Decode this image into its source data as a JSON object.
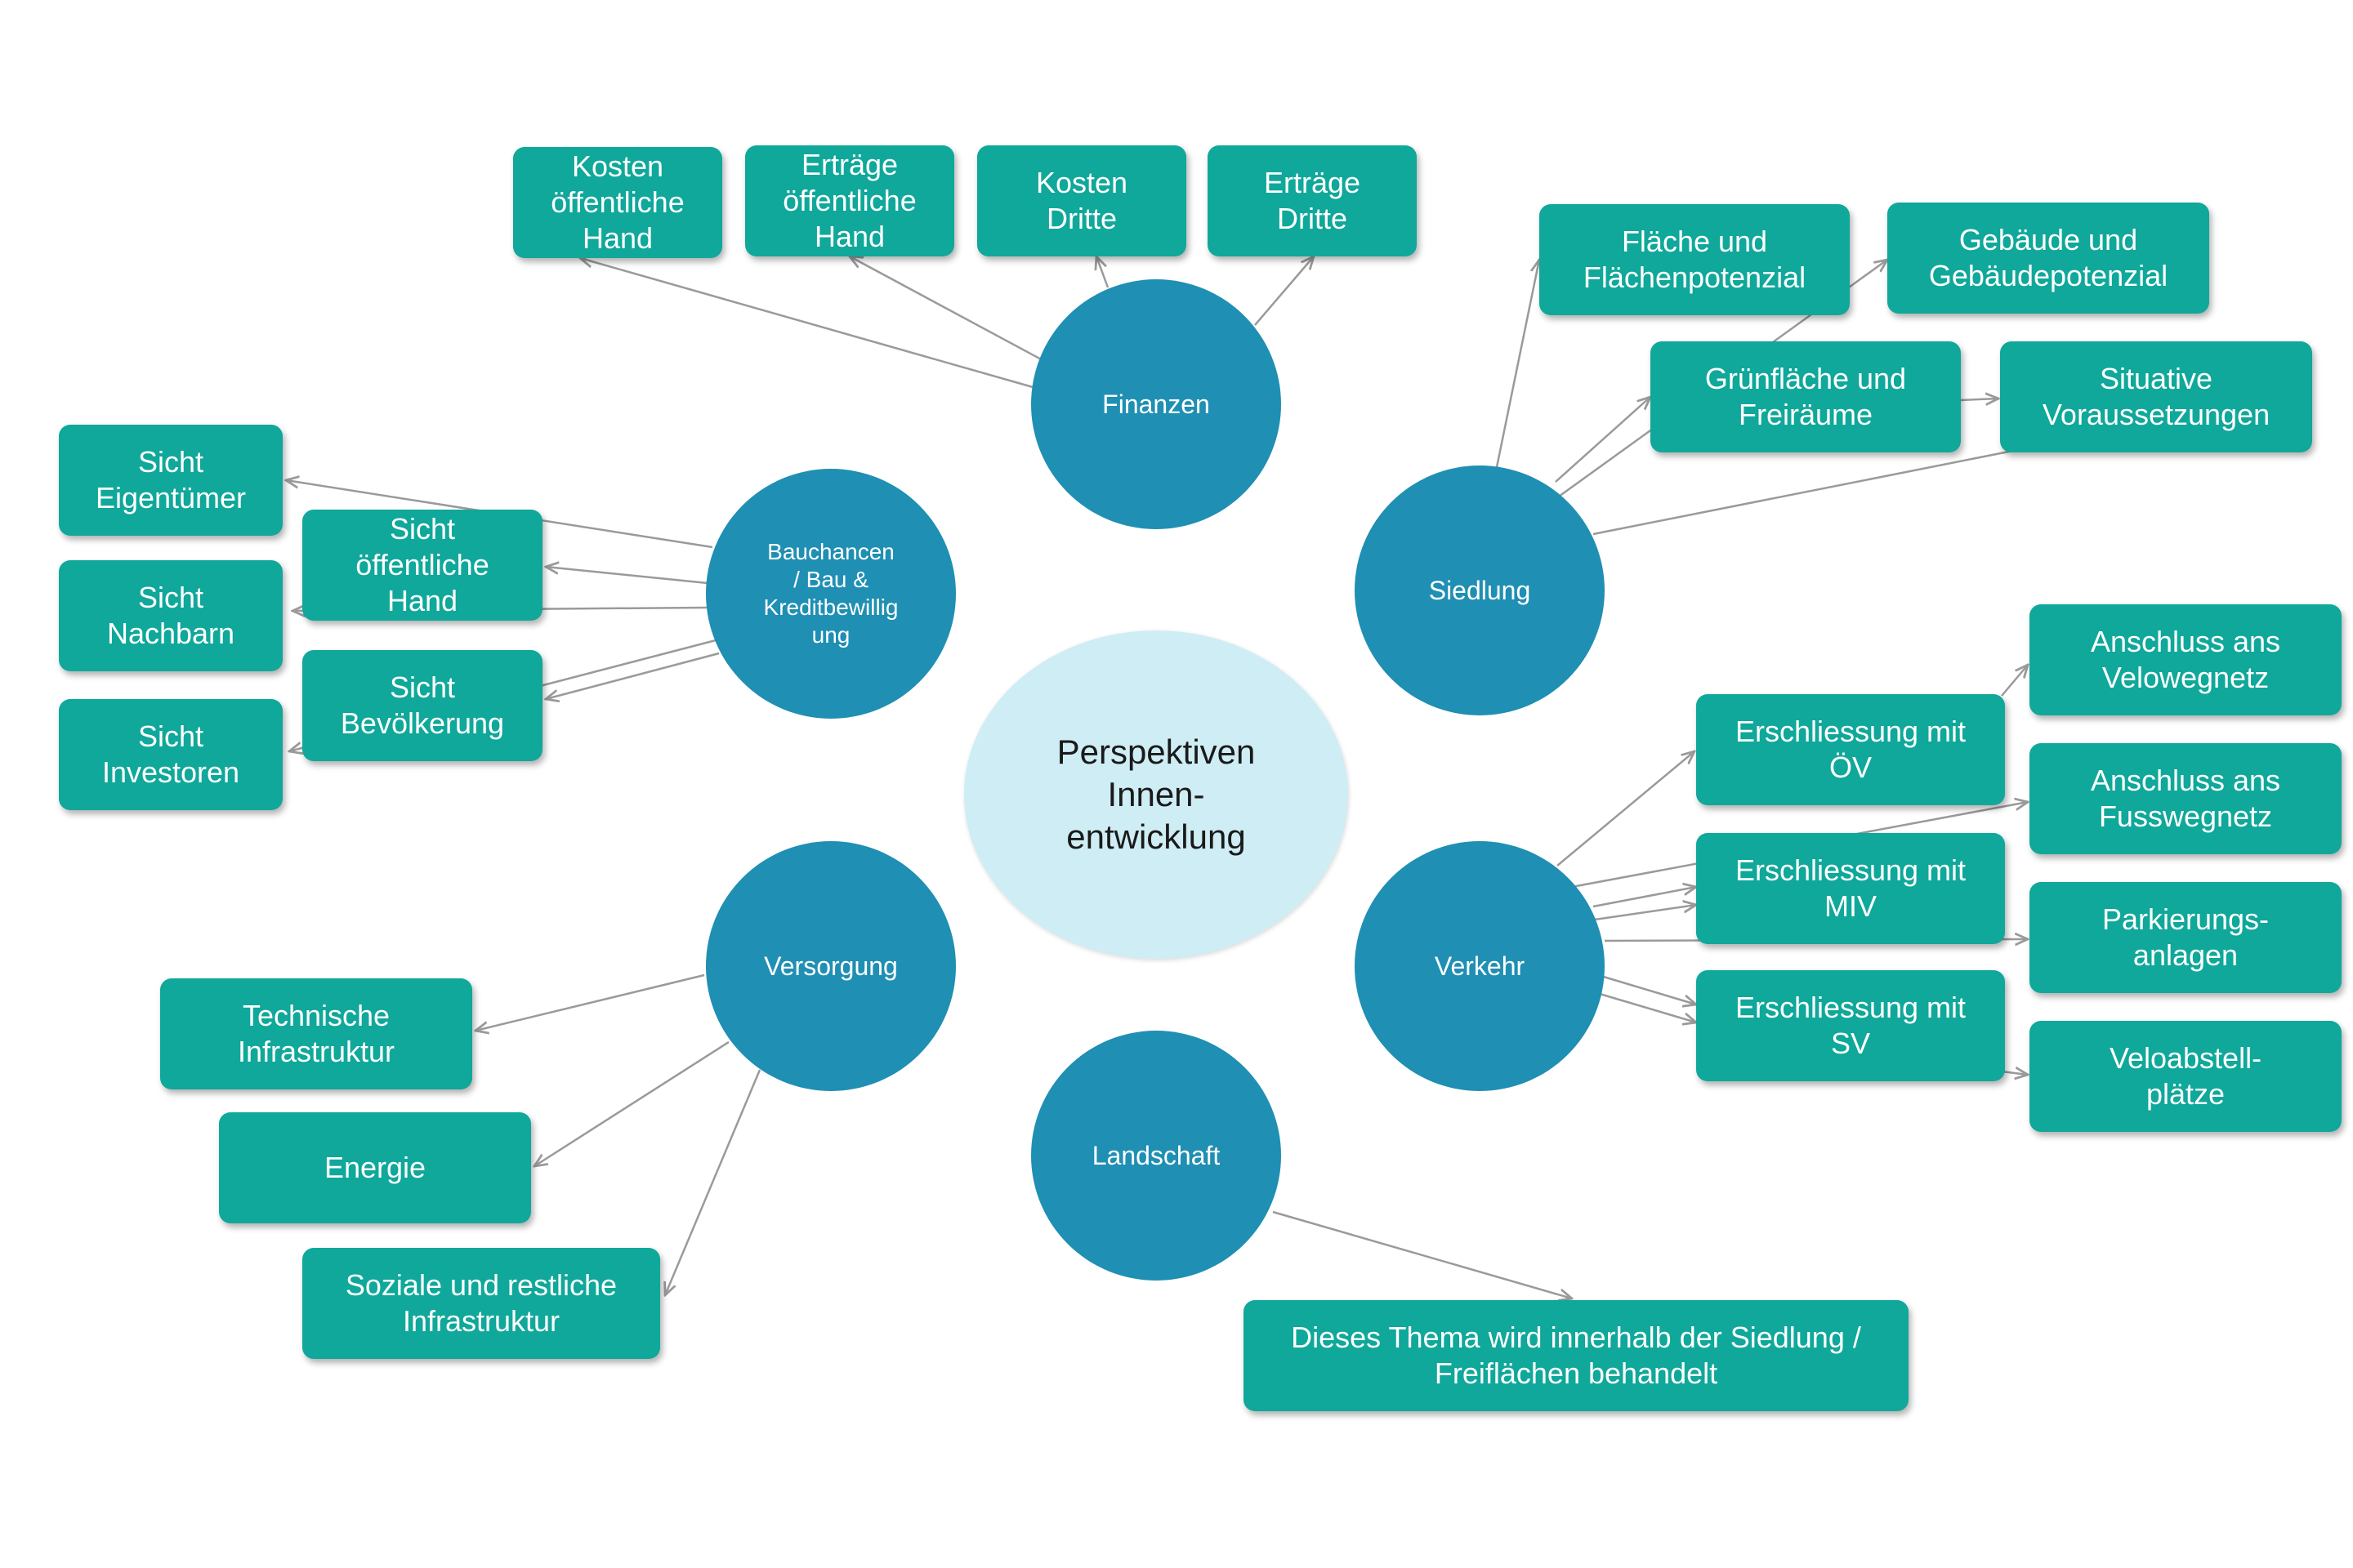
{
  "center": {
    "label": "Perspektiven\nInnen-\nentwicklung"
  },
  "hubs": {
    "finanzen": "Finanzen",
    "bauchancen": "Bauchancen\n/ Bau  &\nKreditbewillig\nung",
    "siedlung": "Siedlung",
    "versorgung": "Versorgung",
    "verkehr": "Verkehr",
    "landschaft": "Landschaft"
  },
  "leaves": {
    "kosten_oeffentliche_hand": "Kosten\nöffentliche\nHand",
    "ertraege_oeffentliche_hand": "Erträge\nöffentliche\nHand",
    "kosten_dritte": "Kosten\nDritte",
    "ertraege_dritte": "Erträge\nDritte",
    "flaeche": "Fläche und\nFlächenpotenzial",
    "gebaeude": "Gebäude und\nGebäudepotenzial",
    "gruenflaeche": "Grünfläche und\nFreiräume",
    "situative": "Situative\nVoraussetzungen",
    "sicht_eigentuemer": "Sicht\nEigentümer",
    "sicht_oeffentliche_hand": "Sicht\nöffentliche\nHand",
    "sicht_nachbarn": "Sicht\nNachbarn",
    "sicht_bevoelkerung": "Sicht\nBevölkerung",
    "sicht_investoren": "Sicht\nInvestoren",
    "technische_infrastruktur": "Technische\nInfrastruktur",
    "energie": "Energie",
    "soziale_infrastruktur": "Soziale und restliche\nInfrastruktur",
    "anschluss_velowegnetz": "Anschluss ans\nVelowegnetz",
    "anschluss_fusswegnetz": "Anschluss ans\nFusswegnetz",
    "erschliessung_oev": "Erschliessung mit\nÖV",
    "erschliessung_miv": "Erschliessung mit\nMIV",
    "erschliessung_sv": "Erschliessung mit\nSV",
    "parkierungsanlagen": "Parkierungs-\nanlagen",
    "veloabstellplaetze": "Veloabstell-\nplätze",
    "landschaft_hinweis": "Dieses Thema wird innerhalb der Siedlung /\nFreiflächen behandelt"
  },
  "colors": {
    "box": "#0fa89a",
    "hub": "#1f8fb3",
    "center": "#cfedf4",
    "edge": "#9a9a9a"
  }
}
